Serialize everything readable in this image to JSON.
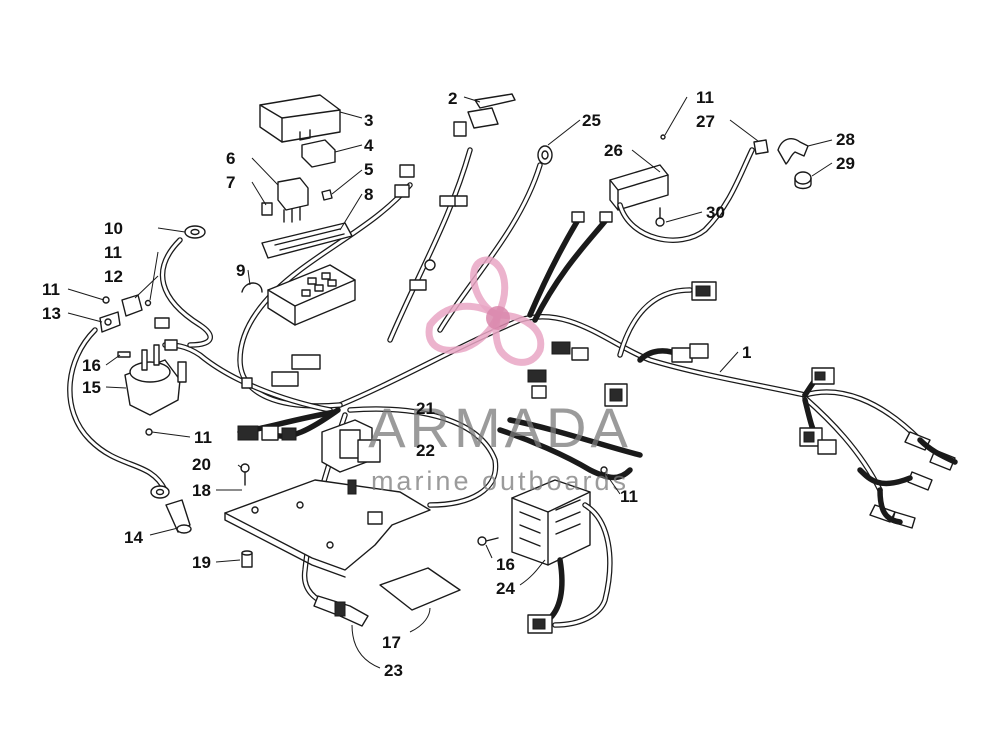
{
  "callouts": [
    {
      "id": "1",
      "text": "1"
    },
    {
      "id": "2",
      "text": "2"
    },
    {
      "id": "3",
      "text": "3"
    },
    {
      "id": "4",
      "text": "4"
    },
    {
      "id": "5",
      "text": "5"
    },
    {
      "id": "6",
      "text": "6"
    },
    {
      "id": "7",
      "text": "7"
    },
    {
      "id": "8",
      "text": "8"
    },
    {
      "id": "9",
      "text": "9"
    },
    {
      "id": "10",
      "text": "10"
    },
    {
      "id": "11a",
      "text": "11"
    },
    {
      "id": "11b",
      "text": "11"
    },
    {
      "id": "11c",
      "text": "11"
    },
    {
      "id": "11d",
      "text": "11"
    },
    {
      "id": "11e",
      "text": "11"
    },
    {
      "id": "12",
      "text": "12"
    },
    {
      "id": "13",
      "text": "13"
    },
    {
      "id": "14",
      "text": "14"
    },
    {
      "id": "15",
      "text": "15"
    },
    {
      "id": "16a",
      "text": "16"
    },
    {
      "id": "16b",
      "text": "16"
    },
    {
      "id": "17",
      "text": "17"
    },
    {
      "id": "18",
      "text": "18"
    },
    {
      "id": "19",
      "text": "19"
    },
    {
      "id": "20",
      "text": "20"
    },
    {
      "id": "21",
      "text": "21"
    },
    {
      "id": "22",
      "text": "22"
    },
    {
      "id": "23",
      "text": "23"
    },
    {
      "id": "24",
      "text": "24"
    },
    {
      "id": "25",
      "text": "25"
    },
    {
      "id": "26",
      "text": "26"
    },
    {
      "id": "27",
      "text": "27"
    },
    {
      "id": "28",
      "text": "28"
    },
    {
      "id": "29",
      "text": "29"
    },
    {
      "id": "30",
      "text": "30"
    }
  ],
  "watermark": {
    "brand": "ARMADA",
    "tagline": "marine outboards",
    "logo_color": "#e9a6c4",
    "logo_dark_color": "#d987ac"
  },
  "colors": {
    "ink": "#1a1a1a",
    "background": "#ffffff"
  }
}
